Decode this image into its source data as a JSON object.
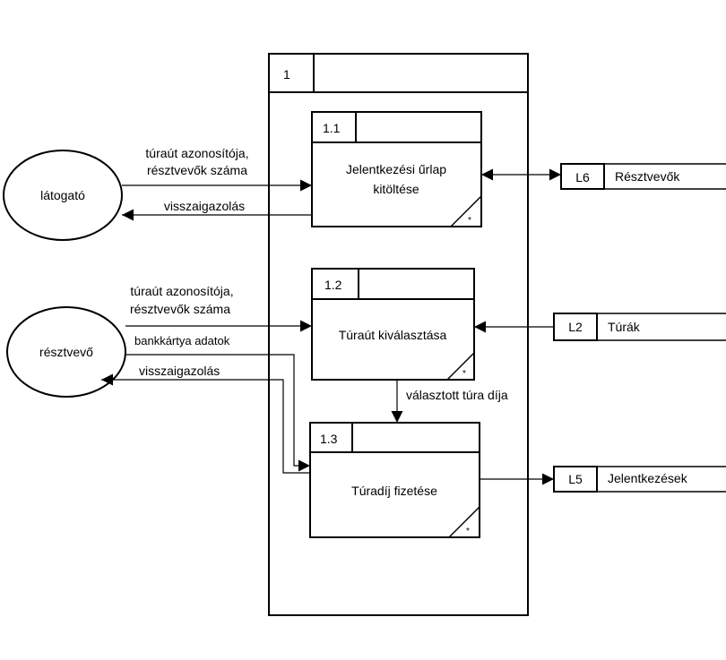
{
  "outer_process": {
    "number": "1"
  },
  "processes": {
    "p11": {
      "number": "1.1",
      "line1": "Jelentkezési űrlap",
      "line2": "kitöltése",
      "marker": "*"
    },
    "p12": {
      "number": "1.2",
      "line1": "Túraút kiválasztása",
      "marker": "*"
    },
    "p13": {
      "number": "1.3",
      "line1": "Túradíj fizetése",
      "marker": "*"
    }
  },
  "entities": {
    "visitor": "látogató",
    "participant": "résztvevő"
  },
  "stores": {
    "l6": {
      "id": "L6",
      "name": "Résztvevők"
    },
    "l2": {
      "id": "L2",
      "name": "Túrák"
    },
    "l5": {
      "id": "L5",
      "name": "Jelentkezések"
    }
  },
  "flows": {
    "visitor_in_line1": "túraút azonosítója,",
    "visitor_in_line2": "résztvevők száma",
    "visitor_out": "visszaigazolás",
    "participant_in_line1": "túraút azonosítója,",
    "participant_in_line2": "résztvevők száma",
    "card_data": "bankkártya adatok",
    "participant_out": "visszaigazolás",
    "selected_fee": "választott túra díja"
  }
}
